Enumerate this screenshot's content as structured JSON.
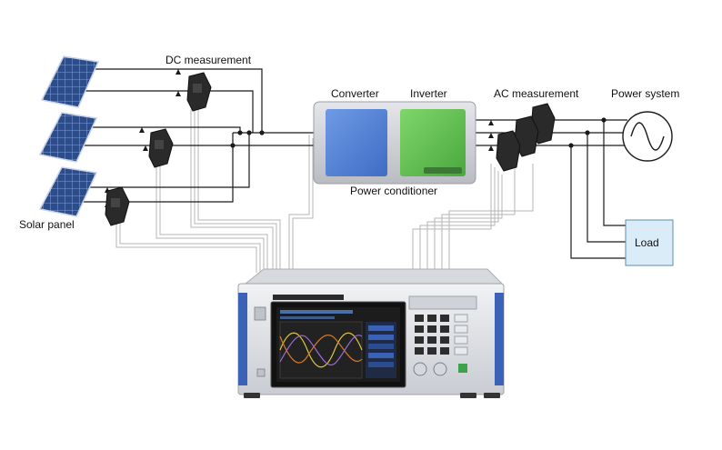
{
  "labels": {
    "dc_measurement": "DC measurement",
    "converter": "Converter",
    "inverter": "Inverter",
    "ac_measurement": "AC measurement",
    "power_system": "Power system",
    "power_conditioner": "Power conditioner",
    "solar_panel": "Solar panel",
    "load": "Load"
  },
  "colors": {
    "wire": "#1a1a1a",
    "signal_cable": "#b5b5b5",
    "converter_blue": "#4f7fd6",
    "inverter_green": "#5fc04f",
    "load_fill": "#d9ecf7",
    "load_stroke": "#5a8bb0",
    "panel_blue": "#2f4f8f",
    "analyzer_body": "#e6e8ec",
    "analyzer_accent": "#3a63b8",
    "screen_bg": "#1c1c1c"
  }
}
